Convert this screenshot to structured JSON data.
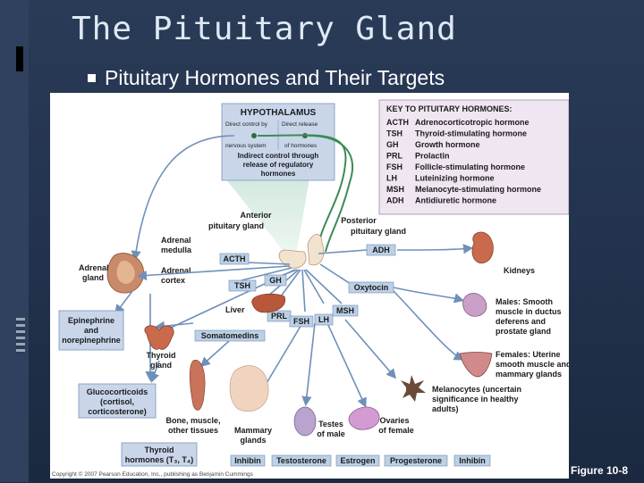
{
  "title": "The Pituitary Gland",
  "bullet": "Pituitary Hormones and Their Targets",
  "figure_label": "Figure 10-8",
  "colors": {
    "background": "#22324c",
    "title": "#dfe8f5",
    "tag_fill": "#bcd0e6",
    "arrow": "#6f90b8",
    "key_box": "#f0e6f2",
    "hypo_box": "#c9d6ea"
  },
  "figure": {
    "hypothalamus": {
      "title": "HYPOTHALAMUS",
      "direct_control": "Direct control by",
      "nervous_system": "nervous system",
      "direct_release": "Direct release",
      "of_hormones": "of hormones",
      "indirect_1": "Indirect control through",
      "indirect_2": "release of regulatory",
      "indirect_3": "hormones"
    },
    "key": {
      "title": "KEY TO PITUITARY HORMONES:",
      "rows": [
        {
          "abbr": "ACTH",
          "name": "Adrenocorticotropic hormone"
        },
        {
          "abbr": "TSH",
          "name": "Thyroid-stimulating hormone"
        },
        {
          "abbr": "GH",
          "name": "Growth hormone"
        },
        {
          "abbr": "PRL",
          "name": "Prolactin"
        },
        {
          "abbr": "FSH",
          "name": "Follicle-stimulating hormone"
        },
        {
          "abbr": "LH",
          "name": "Luteinizing hormone"
        },
        {
          "abbr": "MSH",
          "name": "Melanocyte-stimulating hormone"
        },
        {
          "abbr": "ADH",
          "name": "Antidiuretic hormone"
        }
      ]
    },
    "anterior_1": "Anterior",
    "anterior_2": "pituitary gland",
    "posterior_1": "Posterior",
    "posterior_2": "pituitary gland",
    "adrenal_medulla_1": "Adrenal",
    "adrenal_medulla_2": "medulla",
    "adrenal_gland_1": "Adrenal",
    "adrenal_gland_2": "gland",
    "adrenal_cortex_1": "Adrenal",
    "adrenal_cortex_2": "cortex",
    "liver": "Liver",
    "kidneys": "Kidneys",
    "epinephrine_1": "Epinephrine",
    "epinephrine_2": "and",
    "epinephrine_3": "norepinephrine",
    "thyroid_1": "Thyroid",
    "thyroid_2": "gland",
    "glucocorticoids_1": "Glucocorticoids",
    "glucocorticoids_2": "(cortisol,",
    "glucocorticoids_3": "corticosterone)",
    "bone_1": "Bone, muscle,",
    "bone_2": "other tissues",
    "mammary_1": "Mammary",
    "mammary_2": "glands",
    "testes_1": "Testes",
    "testes_2": "of male",
    "ovaries_1": "Ovaries",
    "ovaries_2": "of female",
    "thyroid_hormones_1": "Thyroid",
    "thyroid_hormones_2": "hormones (T₃, T₄)",
    "males_1": "Males: Smooth",
    "males_2": "muscle in ductus",
    "males_3": "deferens and",
    "males_4": "prostate gland",
    "females_1": "Females: Uterine",
    "females_2": "smooth muscle and",
    "females_3": "mammary glands",
    "melanocytes_1": "Melanocytes (uncertain",
    "melanocytes_2": "significance in healthy",
    "melanocytes_3": "adults)",
    "tags": {
      "acth": "ACTH",
      "adh": "ADH",
      "tsh": "TSH",
      "gh": "GH",
      "oxytocin": "Oxytocin",
      "prl": "PRL",
      "fsh": "FSH",
      "lh": "LH",
      "msh": "MSH",
      "somatomedins": "Somatomedins",
      "inhibin_1": "Inhibin",
      "testosterone": "Testosterone",
      "estrogen": "Estrogen",
      "progesterone": "Progesterone",
      "inhibin_2": "Inhibin"
    },
    "copyright": "Copyright © 2007 Pearson Education, Inc., publishing as Benjamin Cummings"
  }
}
